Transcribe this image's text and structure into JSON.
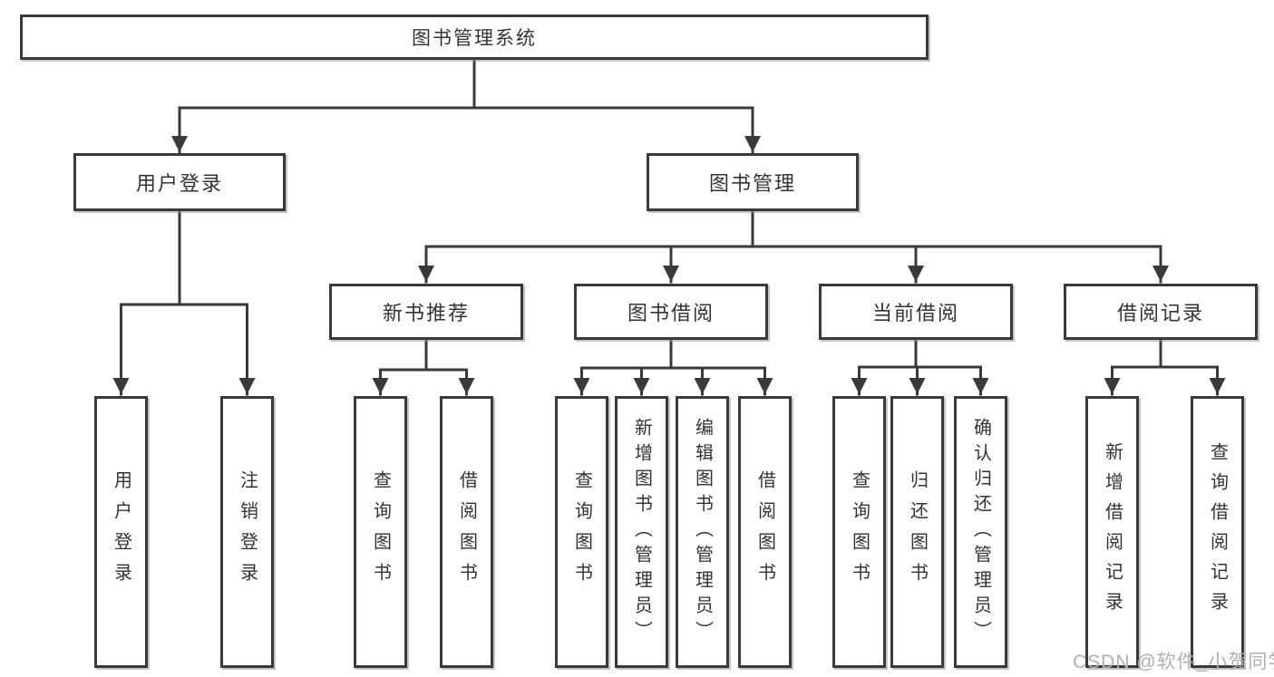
{
  "diagram": {
    "root": {
      "label": "图书管理系统"
    },
    "level2": [
      {
        "id": "user-login",
        "label": "用户登录",
        "parent": "图书管理系统"
      },
      {
        "id": "book-management",
        "label": "图书管理",
        "parent": "图书管理系统"
      }
    ],
    "level3": [
      {
        "id": "new-book-recommend",
        "label": "新书推荐",
        "parent": "图书管理"
      },
      {
        "id": "book-borrowing",
        "label": "图书借阅",
        "parent": "图书管理"
      },
      {
        "id": "current-borrowing",
        "label": "当前借阅",
        "parent": "图书管理"
      },
      {
        "id": "borrowing-records",
        "label": "借阅记录",
        "parent": "图书管理"
      }
    ],
    "leaves": [
      {
        "id": "leaf-user-login",
        "label": "用户登录",
        "parent": "用户登录"
      },
      {
        "id": "leaf-logout",
        "label": "注销登录",
        "parent": "用户登录"
      },
      {
        "id": "leaf-query-book-1",
        "label": "查询图书",
        "parent": "新书推荐"
      },
      {
        "id": "leaf-borrow-book-1",
        "label": "借阅图书",
        "parent": "新书推荐"
      },
      {
        "id": "leaf-query-book-2",
        "label": "查询图书",
        "parent": "图书借阅"
      },
      {
        "id": "leaf-add-book-admin",
        "label": "新增图书（管理员）",
        "parent": "图书借阅"
      },
      {
        "id": "leaf-edit-book-admin",
        "label": "编辑图书（管理员）",
        "parent": "图书借阅"
      },
      {
        "id": "leaf-borrow-book-2",
        "label": "借阅图书",
        "parent": "图书借阅"
      },
      {
        "id": "leaf-query-book-3",
        "label": "查询图书",
        "parent": "当前借阅"
      },
      {
        "id": "leaf-return-book",
        "label": "归还图书",
        "parent": "当前借阅"
      },
      {
        "id": "leaf-confirm-return-admin",
        "label": "确认归还（管理员）",
        "parent": "当前借阅"
      },
      {
        "id": "leaf-add-borrow-record",
        "label": "新增借阅记录",
        "parent": "借阅记录"
      },
      {
        "id": "leaf-query-borrow-record",
        "label": "查询借阅记录",
        "parent": "借阅记录"
      }
    ]
  },
  "watermark": {
    "text": "CSDN @软件_小贺同学"
  },
  "colors": {
    "line": "#3a3a3a",
    "box_border": "#3a3a3a",
    "text": "#333333",
    "watermark": "#b0b0b0",
    "background": "#ffffff"
  }
}
